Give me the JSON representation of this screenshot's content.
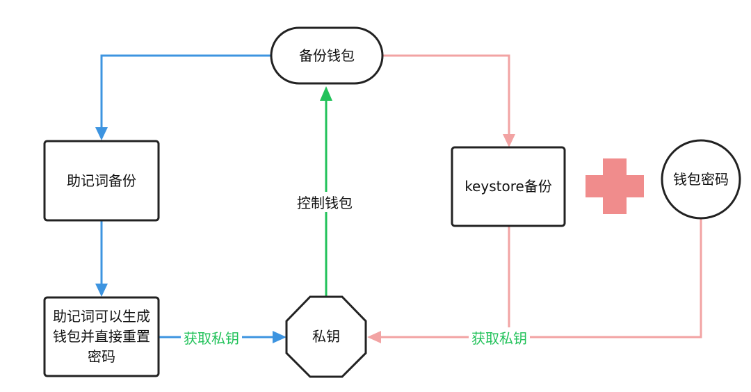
{
  "nodes": {
    "backup_wallet": "备份钱包",
    "mnemonic_backup": "助记词备份",
    "mnemonic_reset": "助记词可以生成钱包并直接重置密码",
    "keystore_backup": "keystore备份",
    "wallet_password": "钱包密码",
    "private_key": "私钥"
  },
  "edge_labels": {
    "control_wallet": "控制钱包",
    "get_key_left": "获取私钥",
    "get_key_right": "获取私钥"
  },
  "colors": {
    "blue": "#3d94e0",
    "pink": "#f2a3a3",
    "green": "#22c25a",
    "plus": "#f08c8c",
    "stroke": "#222222"
  }
}
